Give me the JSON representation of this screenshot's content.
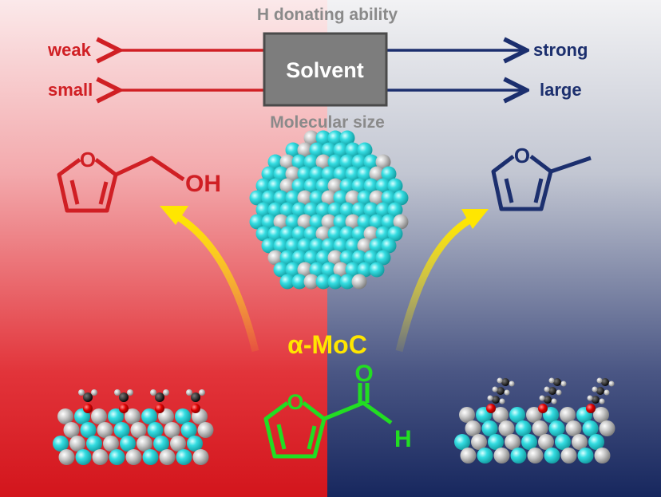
{
  "header": {
    "top_label": "H donating ability",
    "bottom_label": "Molecular size",
    "center_box": "Solvent"
  },
  "left_labels": {
    "row1": "weak",
    "row2": "small"
  },
  "right_labels": {
    "row1": "strong",
    "row2": "large"
  },
  "catalyst_label": "α-MoC",
  "molecules": {
    "left_product": {
      "ring_atom": "O",
      "group": "OH"
    },
    "right_product": {
      "ring_atom": "O"
    },
    "reactant": {
      "ring_atom": "O",
      "carbonyl_O": "O",
      "aldehyde_H": "H"
    }
  },
  "colors": {
    "red": "#d01f24",
    "navy": "#1c2f6e",
    "yellow": "#ffe600",
    "green": "#22dd22",
    "gray_text": "#8a8a8a",
    "cyan": "#33d6dc",
    "silver": "#c8c8c8"
  }
}
